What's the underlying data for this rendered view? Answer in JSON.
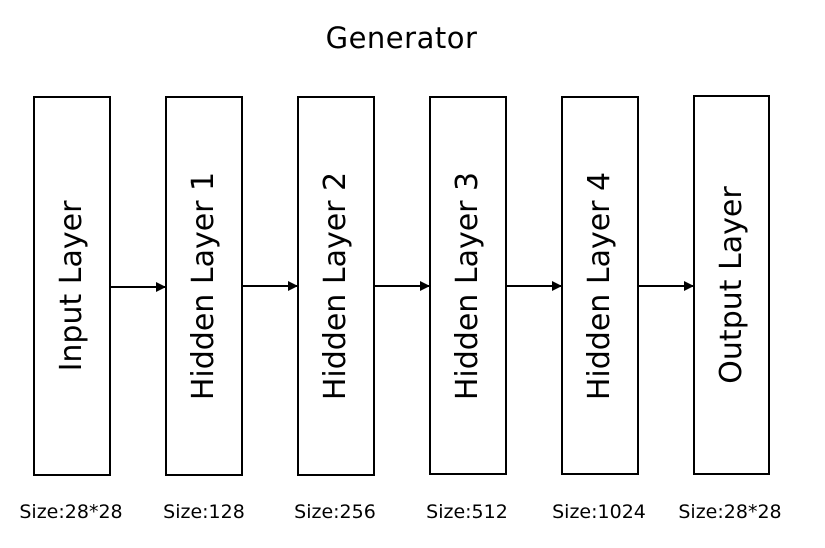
{
  "title": "Generator",
  "layers": [
    {
      "label": "Input Layer",
      "size": "Size:28*28"
    },
    {
      "label": "Hidden Layer 1",
      "size": "Size:128"
    },
    {
      "label": "Hidden Layer 2",
      "size": "Size:256"
    },
    {
      "label": "Hidden Layer 3",
      "size": "Size:512"
    },
    {
      "label": "Hidden Layer 4",
      "size": "Size:1024"
    },
    {
      "label": "Output Layer",
      "size": "Size:28*28"
    }
  ]
}
